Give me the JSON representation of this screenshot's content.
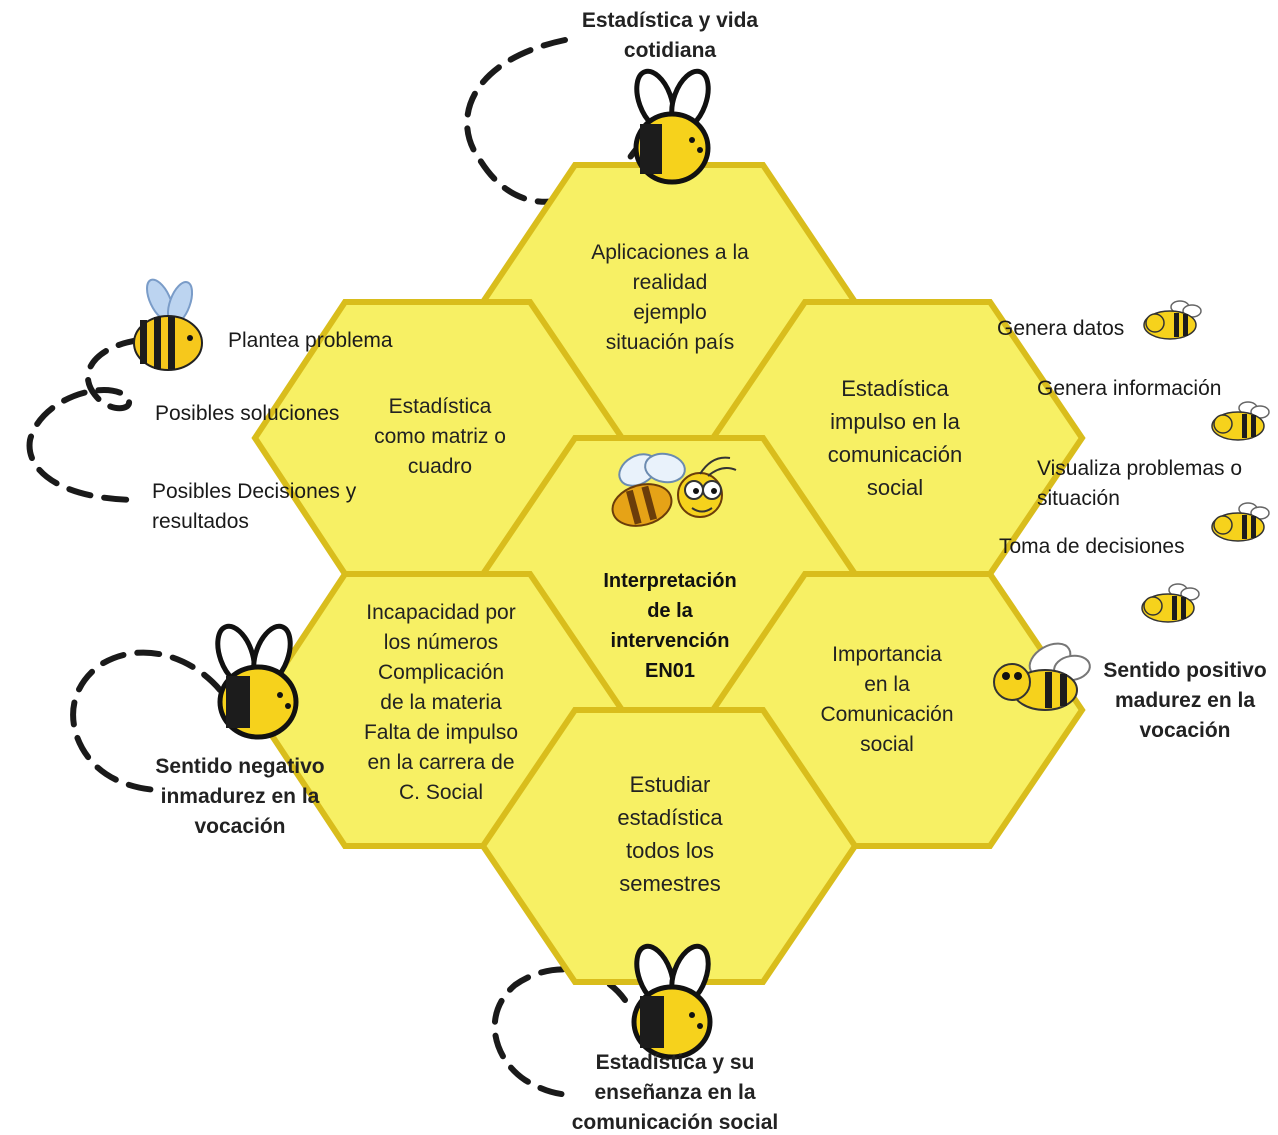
{
  "hexagons": {
    "top": [
      "Aplicaciones a la",
      "realidad",
      "ejemplo",
      "situación país"
    ],
    "upper_left": [
      "Estadística",
      "como matriz o",
      "cuadro"
    ],
    "upper_right": [
      "Estadística",
      "impulso  en la",
      "comunicación",
      "social"
    ],
    "center": [
      "Interpretación",
      "de la",
      "intervención",
      "EN01"
    ],
    "lower_left": [
      "Incapacidad por",
      "los números",
      "Complicación",
      "de la materia",
      "Falta de impulso",
      "en la carrera de",
      "C. Social"
    ],
    "lower_right": [
      "Importancia",
      "en la",
      "Comunicación",
      "social"
    ],
    "bottom": [
      "Estudiar",
      "estadística",
      "todos los",
      "semestres"
    ]
  },
  "bee_labels": {
    "top": [
      "Estadística y vida",
      "cotidiana"
    ],
    "left": [
      "Sentido negativo",
      "inmadurez en la",
      "vocación"
    ],
    "right": [
      "Sentido positivo",
      "madurez en la",
      "vocación"
    ],
    "bottom": [
      "Estadística y su",
      "enseñanza en la",
      "comunicación social"
    ]
  },
  "left_list": {
    "item1": "Plantea problema",
    "item2": "Posibles soluciones",
    "item3": [
      "Posibles Decisiones y",
      "resultados"
    ]
  },
  "right_list": {
    "item1": "Genera datos",
    "item2": "Genera información",
    "item3": [
      "Visualiza problemas o",
      "situación"
    ],
    "item4": "Toma de decisiones"
  },
  "colors": {
    "hex_fill": "#f7f064",
    "hex_edge": "#d9bd1c",
    "bee_yellow": "#f6d21c",
    "bee_black": "#1c1c1c"
  }
}
